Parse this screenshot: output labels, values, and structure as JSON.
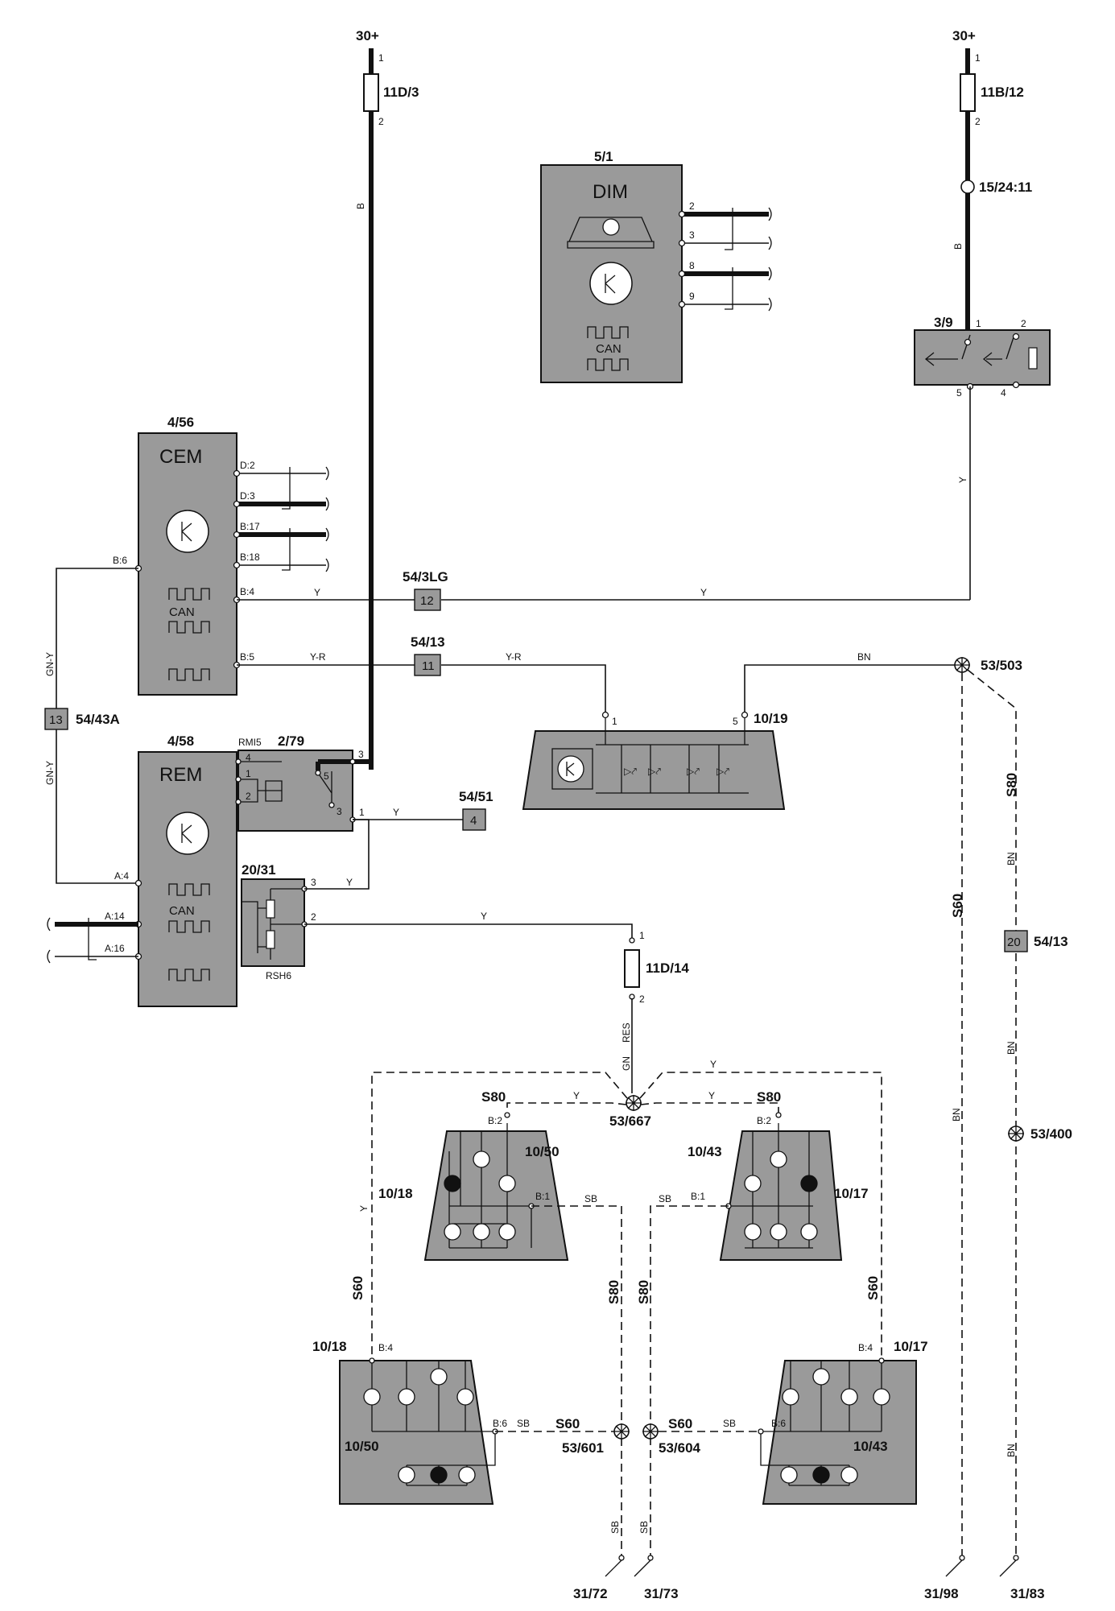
{
  "power": {
    "left": "30+",
    "right": "30+"
  },
  "fuses": {
    "f1": "11D/3",
    "f2": "11B/12",
    "f3": "11D/14"
  },
  "modules": {
    "dim": {
      "id": "5/1",
      "name": "DIM",
      "can": "CAN"
    },
    "cem": {
      "id": "4/56",
      "name": "CEM",
      "can": "CAN"
    },
    "rem": {
      "id": "4/58",
      "name": "REM",
      "can": "CAN"
    },
    "relay": {
      "id": "2/79",
      "tag": "RMI5"
    },
    "shunt": {
      "id": "20/31",
      "tag": "RSH6"
    },
    "switch": {
      "id": "3/9"
    },
    "hmsl": {
      "id": "10/19"
    }
  },
  "connectors": {
    "c12": {
      "num": "12",
      "ref": "54/3LG"
    },
    "c11": {
      "num": "11",
      "ref": "54/13"
    },
    "c13": {
      "num": "13",
      "ref": "54/43A"
    },
    "c4": {
      "num": "4",
      "ref": "54/51"
    },
    "c20": {
      "num": "20",
      "ref": "54/13"
    }
  },
  "splices": {
    "s503": "53/503",
    "s667": "53/667",
    "s400": "53/400",
    "s601": "53/601",
    "s604": "53/604",
    "s1524": "15/24:11"
  },
  "grounds": {
    "g72": "31/72",
    "g73": "31/73",
    "g98": "31/98",
    "g83": "31/83"
  },
  "lamps": {
    "l1050": "10/50",
    "l1043": "10/43",
    "l1018": "10/18",
    "l1017": "10/17"
  },
  "variants": {
    "s80": "S80",
    "s60": "S60"
  },
  "pins": {
    "cem": [
      "D:2",
      "D:3",
      "B:17",
      "B:18",
      "B:6",
      "B:4",
      "B:5"
    ],
    "rem": [
      "A:4",
      "A:14",
      "A:16"
    ],
    "b2": "B:2",
    "b1": "B:1",
    "b4": "B:4",
    "b6": "B:6"
  },
  "wires": {
    "b": "B",
    "y": "Y",
    "yr": "Y-R",
    "bn": "BN",
    "gny": "GN-Y",
    "sb": "SB",
    "gn": "GN",
    "res": "RES"
  },
  "pin_numbers": [
    "1",
    "2",
    "3",
    "4",
    "5",
    "8",
    "9"
  ]
}
